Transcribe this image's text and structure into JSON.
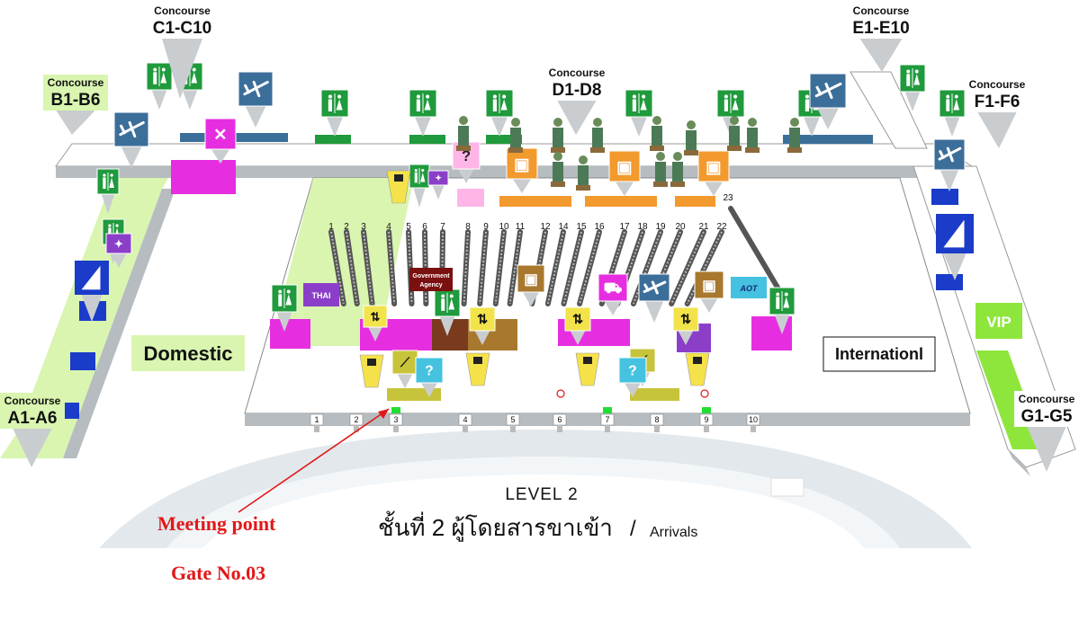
{
  "concourses": [
    {
      "key": "c",
      "small": "Concourse",
      "big": "C1-C10"
    },
    {
      "key": "b",
      "small": "Concourse",
      "big": "B1-B6"
    },
    {
      "key": "a",
      "small": "Concourse",
      "big": "A1-A6"
    },
    {
      "key": "d",
      "small": "Concourse",
      "big": "D1-D8"
    },
    {
      "key": "e",
      "small": "Concourse",
      "big": "E1-E10"
    },
    {
      "key": "f",
      "small": "Concourse",
      "big": "F1-F6"
    },
    {
      "key": "g",
      "small": "Concourse",
      "big": "G1-G5"
    }
  ],
  "zones": {
    "domestic": "Domestic",
    "international": "Internationl",
    "vip": "VIP"
  },
  "belts": [
    "1",
    "2",
    "3",
    "4",
    "5",
    "6",
    "7",
    "8",
    "9",
    "10",
    "11",
    "12",
    "14",
    "15",
    "16",
    "17",
    "18",
    "19",
    "20",
    "21",
    "22",
    "23"
  ],
  "gates": [
    "1",
    "2",
    "3",
    "4",
    "5",
    "6",
    "7",
    "8",
    "9",
    "10"
  ],
  "signs": {
    "government": [
      "Government",
      "Agency"
    ],
    "aot": "AOT",
    "thai": "THAI"
  },
  "level": {
    "line1": "LEVEL 2",
    "line2": "ชั้นที่ 2 ผู้โดยสารขาเข้า",
    "separator": "/",
    "arrivals": "Arrivals"
  },
  "meeting": {
    "line1": "Meeting point",
    "line2": "Gate No.03"
  },
  "colors": {
    "green_floor": "#d9f5b0",
    "toilet_green": "#1f9a3c",
    "plane_blue": "#3c6e9a",
    "magenta": "#e62ee0",
    "purple": "#8b3fc9",
    "orange": "#f29a2e",
    "brown": "#a8782e",
    "yellow": "#f2e34a",
    "cyan": "#45c2e0",
    "vip_green": "#8ee63c",
    "meeting_red": "#e11818"
  }
}
